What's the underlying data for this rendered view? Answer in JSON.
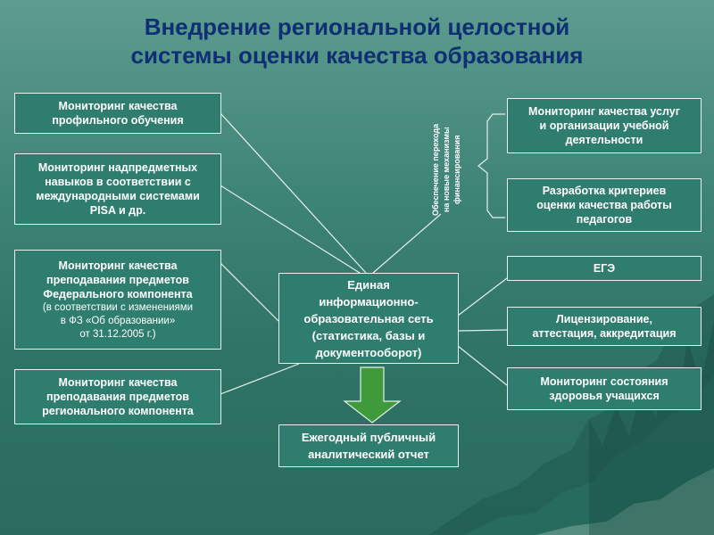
{
  "title": {
    "line1": "Внедрение региональной целостной",
    "line2": "системы оценки качества образования"
  },
  "left_boxes": [
    {
      "lines": [
        "Мониторинг качества",
        "профильного обучения"
      ]
    },
    {
      "lines": [
        "Мониторинг надпредметных",
        "навыков в соответствии с",
        "международными системами",
        "PISA и др."
      ]
    },
    {
      "lines": [
        "Мониторинг качества",
        "преподавания предметов",
        "Федерального компонента"
      ],
      "note_lines": [
        "(в соответствии с изменениями",
        "в ФЗ «Об образовании»",
        "от 31.12.2005 г.)"
      ]
    },
    {
      "lines": [
        "Мониторинг качества",
        "преподавания предметов",
        "регионального компонента"
      ]
    }
  ],
  "center_box": {
    "lines": [
      "Единая",
      "информационно-",
      "образовательная сеть",
      "(статистика, базы и",
      "документооборот)"
    ]
  },
  "report_box": {
    "lines": [
      "Ежегодный публичный",
      "аналитический отчет"
    ]
  },
  "vertical_label": {
    "lines": [
      "Обеспечение перехода",
      "на новые механизмы",
      "финансирования"
    ]
  },
  "right_boxes": [
    {
      "lines": [
        "Мониторинг качества услуг",
        "и организации учебной",
        "деятельности"
      ]
    },
    {
      "lines": [
        "Разработка критериев",
        "оценки качества работы",
        "педагогов"
      ]
    },
    {
      "lines": [
        "ЕГЭ"
      ]
    },
    {
      "lines": [
        "Лицензирование,",
        "аттестация, аккредитация"
      ]
    },
    {
      "lines": [
        "Мониторинг состояния",
        "здоровья учащихся"
      ]
    }
  ],
  "colors": {
    "title": "#0e2f73",
    "box_fill": "#2f7d6f",
    "box_border": "#e8f2ef",
    "arrow": "#3e9a3a"
  }
}
